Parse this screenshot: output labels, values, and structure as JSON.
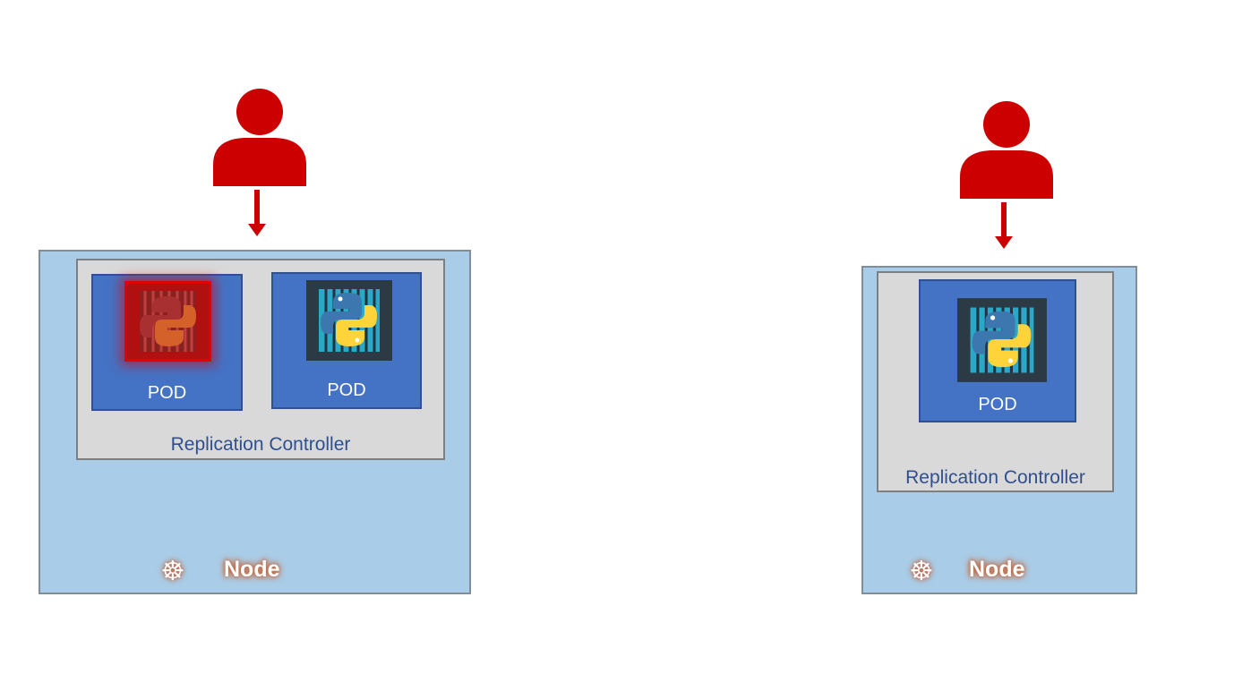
{
  "left": {
    "rc_label": "Replication Controller",
    "node_label": "Node",
    "pods": [
      {
        "label": "POD",
        "state": "failed"
      },
      {
        "label": "POD",
        "state": "running"
      }
    ]
  },
  "right": {
    "rc_label": "Replication Controller",
    "node_label": "Node",
    "pods": [
      {
        "label": "POD",
        "state": "running"
      }
    ]
  },
  "colors": {
    "user": "#cc0000",
    "node_bg": "#a9cde8",
    "rc_bg": "#d9d9d9",
    "pod_bg": "#4472c4",
    "failed": "#cc0000"
  },
  "icons": {
    "user": "user-icon",
    "arrow": "arrow-down-icon",
    "container": "python-container-icon",
    "kubernetes": "kubernetes-wheel-icon"
  }
}
